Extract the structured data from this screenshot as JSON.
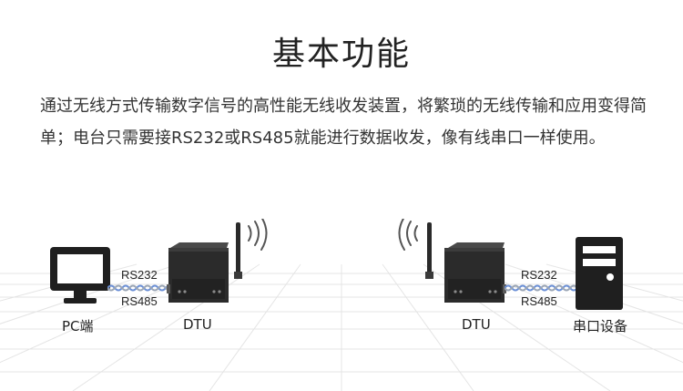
{
  "header": {
    "title": "基本功能"
  },
  "intro": {
    "text": "通过无线方式传输数字信号的高性能无线收发装置，将繁琐的无线传输和应用变得简单；电台只需要接RS232或RS485就能进行数据收发，像有线串口一样使用。"
  },
  "diagram": {
    "left": {
      "pc_label": "PC端",
      "dtu_label": "DTU",
      "port_top": "RS232",
      "port_bottom": "RS485"
    },
    "right": {
      "dtu_label": "DTU",
      "device_label": "串口设备",
      "port_top": "RS232",
      "port_bottom": "RS485"
    }
  },
  "icons": {
    "pc": "monitor-icon",
    "dtu": "dtu-router-icon",
    "antenna": "antenna-icon",
    "signal": "wireless-signal-icon",
    "device": "server-tower-icon"
  },
  "colors": {
    "device_dark": "#2b2b2b",
    "cable_blue": "#6a8fd6",
    "grid_line": "#e3e3e3"
  }
}
